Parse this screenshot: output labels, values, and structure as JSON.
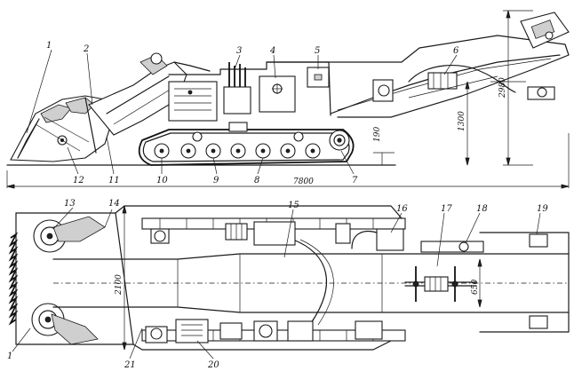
{
  "callouts": {
    "c1": "1",
    "c2": "2",
    "c3": "3",
    "c4": "4",
    "c5": "5",
    "c6": "6",
    "c7": "7",
    "c8": "8",
    "c9": "9",
    "c10": "10",
    "c11": "11",
    "c12": "12",
    "c13": "13",
    "c14": "14",
    "c15": "15",
    "c16": "16",
    "c17": "17",
    "c18": "18",
    "c19": "19",
    "c20": "20",
    "c21": "21",
    "c1b": "1"
  },
  "dimensions": {
    "total_length": "7800",
    "ground_clearance": "190",
    "height_body": "1300",
    "height_total": "2980",
    "width_total": "2100",
    "width_conveyor": "650"
  }
}
